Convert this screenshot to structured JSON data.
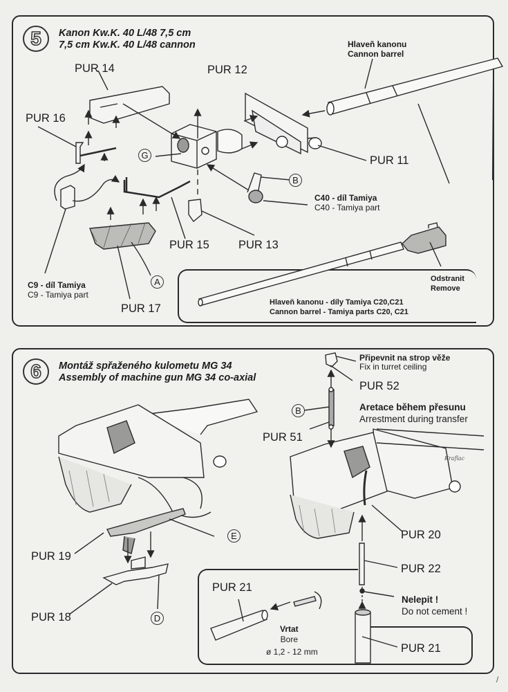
{
  "step5": {
    "number": "5",
    "title_cz": "Kanon Kw.K. 40 L/48  7,5 cm",
    "title_en": "7,5 cm Kw.K. 40 L/48 cannon",
    "barrel_cz": "Hlaveň kanonu",
    "barrel_en": "Cannon barrel",
    "parts": {
      "pur14": "PUR 14",
      "pur12": "PUR 12",
      "pur16": "PUR 16",
      "pur11": "PUR 11",
      "pur15": "PUR 15",
      "pur13": "PUR 13",
      "pur17": "PUR 17"
    },
    "markers": {
      "g": "G",
      "b": "B",
      "a": "A"
    },
    "c40_cz": "C40 - díl Tamiya",
    "c40_en": "C40 - Tamiya part",
    "c9_cz": "C9 - díl Tamiya",
    "c9_en": "C9 - Tamiya part",
    "remove_cz": "Odstranit",
    "remove_en": "Remove",
    "tamiya_barrel_cz": "Hlaveň kanonu - díly Tamiya C20,C21",
    "tamiya_barrel_en": "Cannon barrel - Tamiya parts C20, C21"
  },
  "step6": {
    "number": "6",
    "title_cz": "Montáž spřaženého kulometu MG 34",
    "title_en": "Assembly of  machine gun MG 34 co-axial",
    "fix_cz": "Připevnit na strop věže",
    "fix_en": "Fix in turret ceiling",
    "arrest_cz": "Aretace během přesunu",
    "arrest_en": "Arrestment during transfer",
    "parts": {
      "pur52": "PUR 52",
      "pur51": "PUR 51",
      "pur19": "PUR 19",
      "pur18": "PUR 18",
      "pur20": "PUR 20",
      "pur22": "PUR 22",
      "pur21_bore": "PUR 21",
      "pur21": "PUR 21"
    },
    "markers": {
      "b": "B",
      "e": "E",
      "d": "D"
    },
    "noglue_cz": "Nelepit !",
    "noglue_en": "Do not cement !",
    "bore_cz": "Vrtat",
    "bore_en": "Bore",
    "bore_size": "ø 1,2 - 12 mm",
    "signature": "Kraflac"
  },
  "page_mark": "/",
  "colors": {
    "ink": "#2a2a2a",
    "paper": "#efefec",
    "shade": "#9a9a98"
  }
}
